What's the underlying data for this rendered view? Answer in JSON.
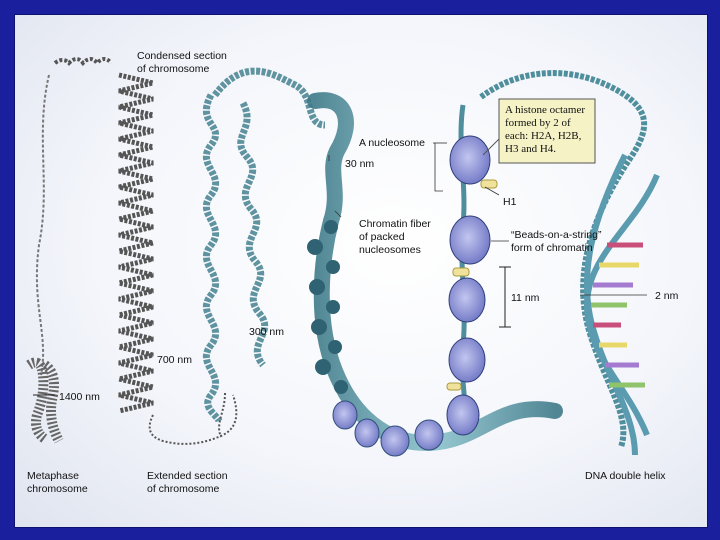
{
  "labels": {
    "condensed_1": "Condensed section",
    "condensed_2": "of chromosome",
    "nucleosome": "A nucleosome",
    "nm30": "30 nm",
    "octamer_1": "A histone octamer",
    "octamer_2": "formed by 2 of",
    "octamer_3": "each: H2A, H2B,",
    "octamer_4": "H3 and H4.",
    "h1": "H1",
    "fiber_1": "Chromatin fiber",
    "fiber_2": "of packed",
    "fiber_3": "nucleosomes",
    "beads_1": "“Beads-on-a-string”",
    "beads_2": "form of chromatin",
    "nm11": "11 nm",
    "nm2": "2 nm",
    "nm300": "300 nm",
    "nm700": "700 nm",
    "nm1400": "1400 nm",
    "metaphase_1": "Metaphase",
    "metaphase_2": "chromosome",
    "extended_1": "Extended section",
    "extended_2": "of chromosome",
    "dna": "DNA double helix"
  },
  "colors": {
    "border": "#1a1f9e",
    "histone": "#8c92d4",
    "fiber": "#4f8e9c",
    "h1_linker": "#f0e29a",
    "callout": "#f5f3c6"
  }
}
